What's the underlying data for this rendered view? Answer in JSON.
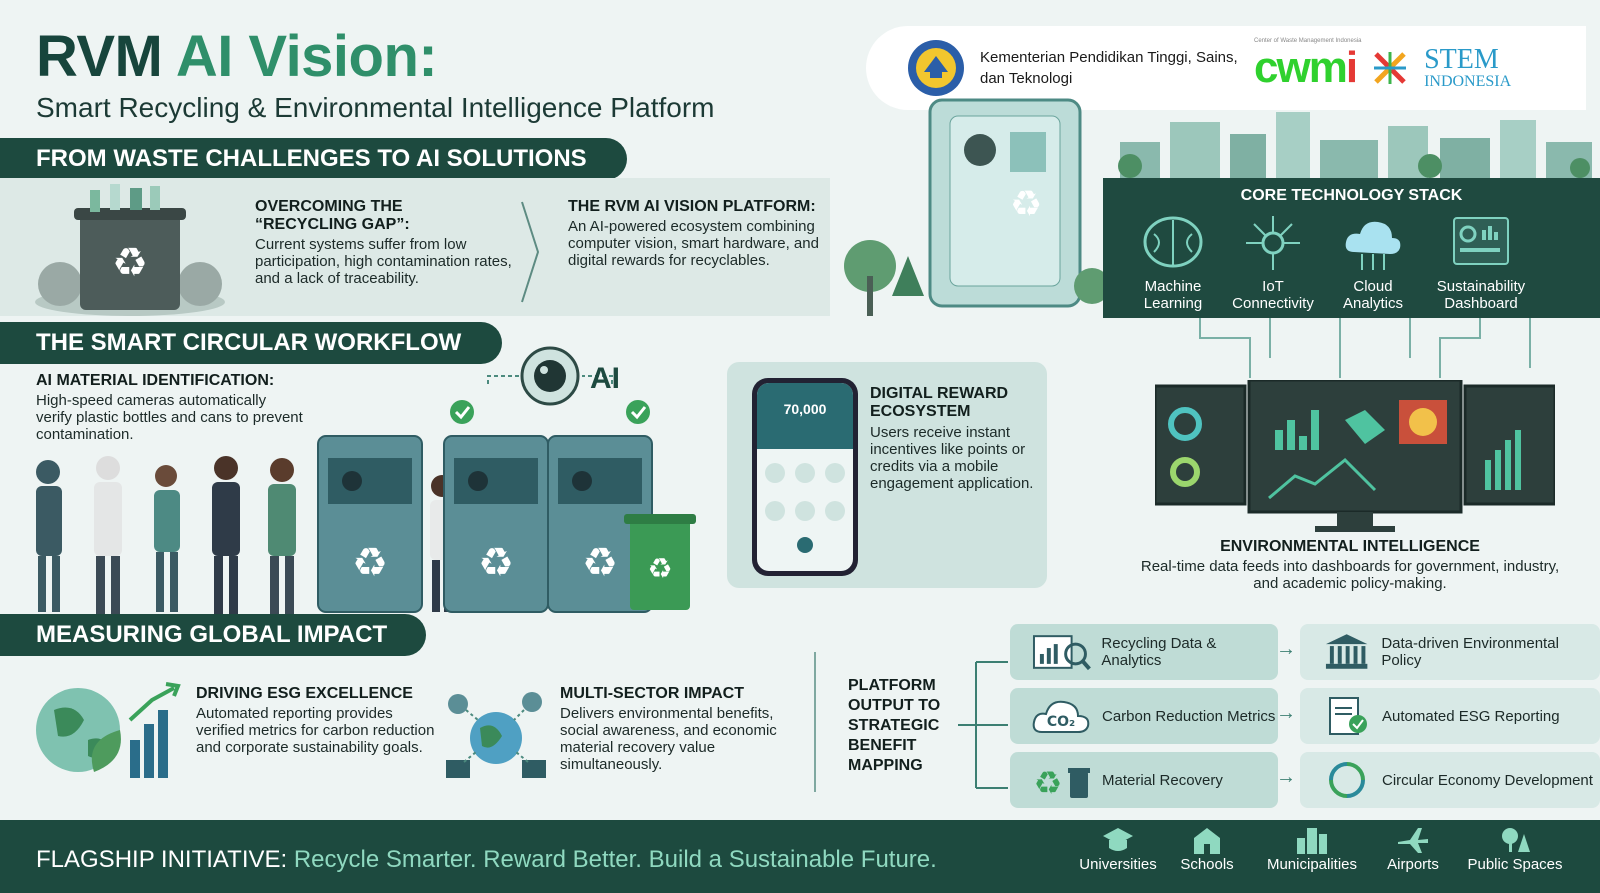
{
  "header": {
    "title_a": "RVM ",
    "title_b": "AI Vision:",
    "subtitle": "Smart Recycling & Environmental Intelligence Platform"
  },
  "logos": {
    "ministry": "Kementerian Pendidikan Tinggi, Sains, dan Teknologi",
    "cwm": "cwm",
    "cwm_small": "Center of Waste Management Indonesia",
    "stem_1": "STEM",
    "stem_2": "INDONESIA"
  },
  "sections": {
    "s1": "FROM WASTE CHALLENGES TO AI SOLUTIONS",
    "s2": "THE SMART CIRCULAR WORKFLOW",
    "s3": "MEASURING GLOBAL IMPACT"
  },
  "gap": {
    "title": "OVERCOMING THE “RECYCLING GAP”:",
    "body": "Current systems suffer from low participation, high contamination rates, and a lack of traceability."
  },
  "platform": {
    "title": "THE RVM AI VISION PLATFORM:",
    "body": "An AI-powered ecosystem combining computer vision, smart hardware, and digital rewards for recyclables."
  },
  "tech": {
    "title": "CORE TECHNOLOGY STACK",
    "items": [
      "Machine Learning",
      "IoT Connectivity",
      "Cloud Analytics",
      "Sustainability Dashboard"
    ]
  },
  "ai_id": {
    "title": "AI MATERIAL IDENTIFICATION:",
    "body": "High-speed cameras automatically verify plastic bottles and cans to prevent contamination.",
    "badge": "AI"
  },
  "reward": {
    "title": "DIGITAL REWARD ECOSYSTEM",
    "body": "Users receive instant incentives like points or credits via a mobile engagement application.",
    "phone_points": "70,000"
  },
  "env": {
    "title": "ENVIRONMENTAL INTELLIGENCE",
    "body": "Real-time data feeds into dashboards for government, industry, and academic policy-making."
  },
  "esg": {
    "title": "DRIVING ESG EXCELLENCE",
    "body": "Automated reporting provides verified metrics for carbon reduction and corporate sustainability goals."
  },
  "multi": {
    "title": "MULTI-SECTOR IMPACT",
    "body": "Delivers environmental benefits, social awareness, and economic material recovery value simultaneously."
  },
  "mapping": {
    "title": "PLATFORM OUTPUT TO STRATEGIC BENEFIT MAPPING",
    "outputs": [
      "Recycling Data & Analytics",
      "Carbon Reduction Metrics",
      "Material Recovery"
    ],
    "benefits": [
      "Data-driven Environmental Policy",
      "Automated ESG Reporting",
      "Circular Economy Development"
    ],
    "co2": "CO₂"
  },
  "footer": {
    "lead": "FLAGSHIP INITIATIVE:",
    "tagline": " Recycle Smarter. Reward Better. Build a Sustainable Future.",
    "venues": [
      "Universities",
      "Schools",
      "Municipalities",
      "Airports",
      "Public Spaces"
    ]
  }
}
